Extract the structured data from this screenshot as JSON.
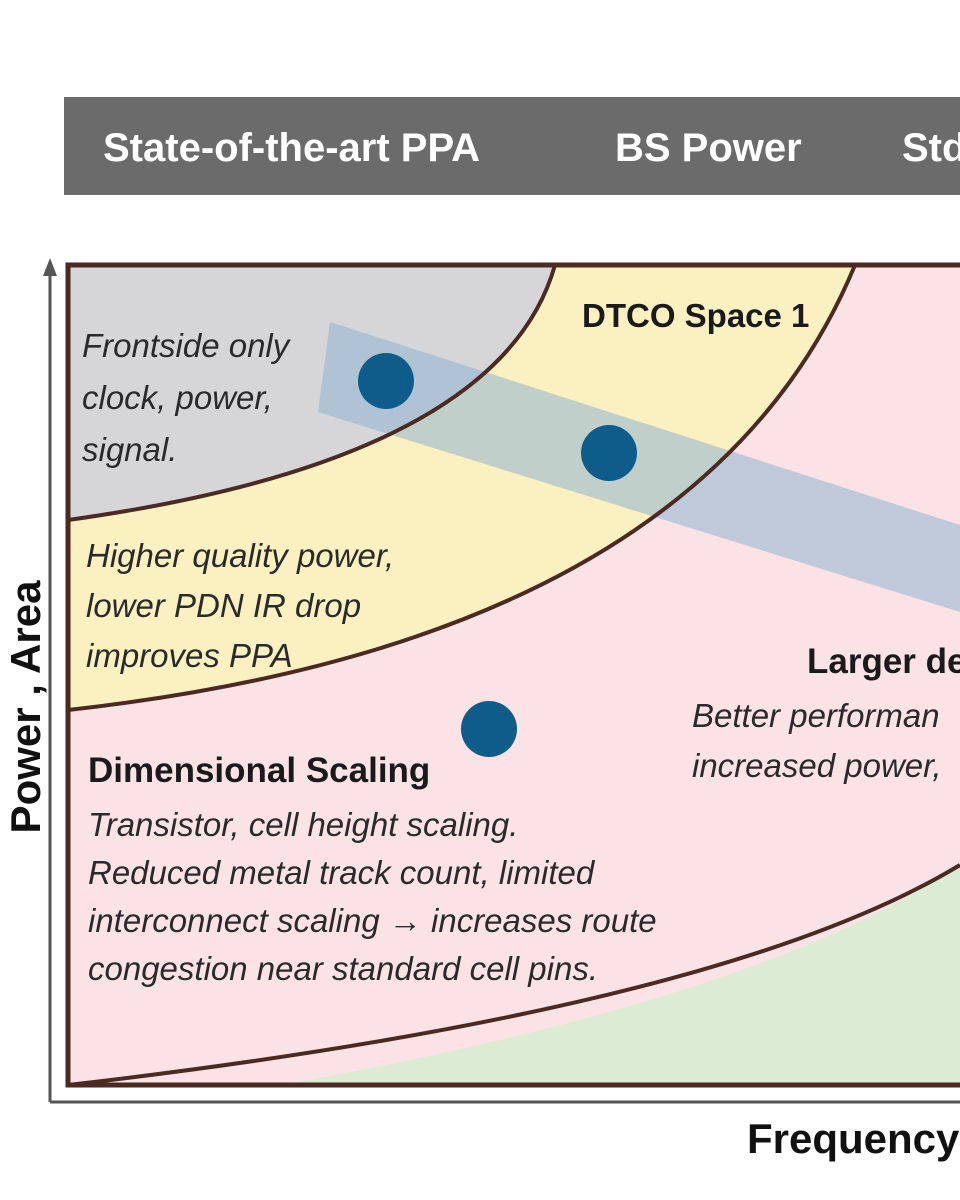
{
  "header": {
    "tabs": [
      {
        "label": "State-of-the-art PPA"
      },
      {
        "label": "BS Power"
      },
      {
        "label": "Std"
      }
    ]
  },
  "axes": {
    "y_label": "Power , Area",
    "x_label": "Frequency"
  },
  "regions": {
    "frontside": {
      "lines": [
        "Frontside only",
        "clock, power,",
        "signal."
      ]
    },
    "dtco": {
      "title": "DTCO Space 1"
    },
    "bs_power": {
      "lines": [
        "Higher quality power,",
        "lower PDN IR drop",
        "improves PPA"
      ]
    },
    "scaling": {
      "title": "Dimensional Scaling",
      "lines": [
        "Transistor, cell height scaling.",
        "Reduced metal track count, limited",
        "interconnect scaling → increases route",
        "congestion near standard cell pins."
      ]
    },
    "larger": {
      "title": "Larger de",
      "lines": [
        "Better performan",
        "increased power,"
      ]
    }
  },
  "colors": {
    "header_bg": "#6b6b6b",
    "frontside_fill": "#d6d6d9",
    "dtco_fill": "#fbf0c0",
    "scaling_fill": "#fbe3e5",
    "green_fill": "#dcecd4",
    "band_fill": "#8fb4d2",
    "dot_fill": "#0d5c8a",
    "border": "#4a2a22"
  }
}
